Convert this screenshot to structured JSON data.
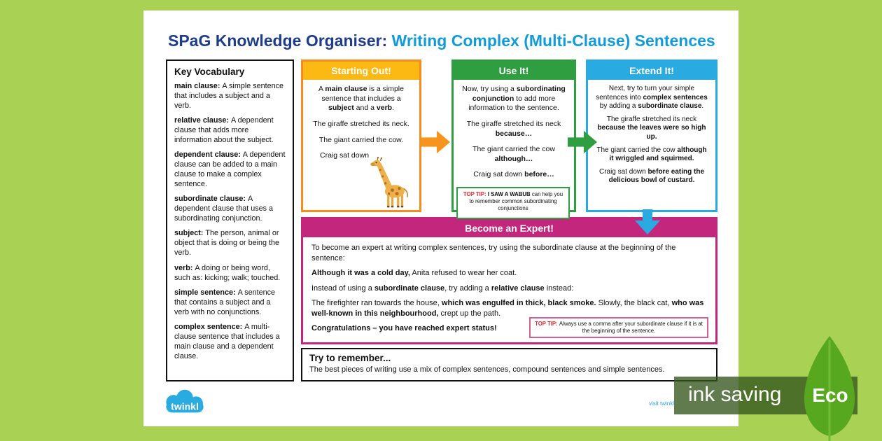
{
  "colors": {
    "background_green": "#a9d154",
    "title_navy": "#1e3c8c",
    "title_blue": "#129bd8",
    "starting_border_orange": "#f68b1f",
    "starting_header_yellow": "#fdb913",
    "use_it_green": "#2f9e41",
    "extend_it_blue": "#29abe2",
    "expert_pink": "#c2277d",
    "tip_red": "#e8262d",
    "eco_leaf_green": "#58a81f"
  },
  "header": {
    "title_prefix": "SPaG Knowledge Organiser: ",
    "title_main": "Writing Complex (Multi-Clause) Sentences"
  },
  "vocab": {
    "heading": "Key Vocabulary",
    "entries": [
      {
        "term": "main clause:",
        "def": "A simple sentence that includes a subject and a verb."
      },
      {
        "term": "relative clause:",
        "def": "A dependent clause that adds more information about the subject."
      },
      {
        "term": "dependent clause:",
        "def": "A dependent clause can be added to a main clause to make a complex sentence."
      },
      {
        "term": "subordinate clause:",
        "def": "A dependent clause that uses a subordinating conjunction."
      },
      {
        "term": "subject:",
        "def": "The person, animal or object that is doing or being the verb."
      },
      {
        "term": "verb:",
        "def": "A doing or being word, such as: kicking; walk; touched."
      },
      {
        "term": "simple sentence:",
        "def": "A sentence that contains a subject and a verb with no conjunctions."
      },
      {
        "term": "complex sentence:",
        "def": "A multi-clause sentence that includes a main clause and a dependent clause."
      }
    ]
  },
  "starting_out": {
    "title": "Starting Out!",
    "paragraphs": [
      [
        {
          "t": "A "
        },
        {
          "t": "main clause",
          "b": true
        },
        {
          "t": " is a simple sentence that includes a "
        },
        {
          "t": "subject",
          "b": true
        },
        {
          "t": " and a "
        },
        {
          "t": "verb",
          "b": true
        },
        {
          "t": "."
        }
      ],
      [
        {
          "t": "The giraffe stretched its neck."
        }
      ],
      [
        {
          "t": "The giant carried the cow."
        }
      ],
      [
        {
          "t": "Craig sat down"
        }
      ]
    ]
  },
  "use_it": {
    "title": "Use It!",
    "paragraphs": [
      [
        {
          "t": "Now, try using a "
        },
        {
          "t": "subordinating conjunction",
          "b": true
        },
        {
          "t": " to add more information to the sentence."
        }
      ],
      [
        {
          "t": "The giraffe stretched its neck "
        },
        {
          "t": "because…",
          "b": true
        }
      ],
      [
        {
          "t": "The giant carried the cow "
        },
        {
          "t": "although…",
          "b": true
        }
      ],
      [
        {
          "t": "Craig sat down "
        },
        {
          "t": "before…",
          "b": true
        }
      ]
    ],
    "top_tip": [
      {
        "t": "TOP TIP: ",
        "b": true,
        "c": "#e8262d"
      },
      {
        "t": "I SAW A WABUB",
        "b": true
      },
      {
        "t": " can help you to remember common subordinating conjunctions"
      }
    ]
  },
  "extend_it": {
    "title": "Extend It!",
    "paragraphs": [
      [
        {
          "t": "Next, try to turn your simple sentences into "
        },
        {
          "t": "complex sentences",
          "b": true
        },
        {
          "t": " by adding a "
        },
        {
          "t": "subordinate clause",
          "b": true
        },
        {
          "t": "."
        }
      ],
      [
        {
          "t": "The giraffe stretched its neck "
        },
        {
          "t": "because the leaves were so high up.",
          "b": true
        }
      ],
      [
        {
          "t": "The giant carried the cow "
        },
        {
          "t": "although it wriggled and squirmed.",
          "b": true
        }
      ],
      [
        {
          "t": "Craig sat down "
        },
        {
          "t": "before eating the delicious bowl of custard.",
          "b": true
        }
      ]
    ]
  },
  "expert": {
    "title": "Become an Expert!",
    "paragraphs": [
      [
        {
          "t": "To become an expert at writing complex sentences, try using the subordinate clause at the beginning of the sentence:"
        }
      ],
      [
        {
          "t": "Although it was a cold day,",
          "b": true
        },
        {
          "t": " Anita refused to wear her coat."
        }
      ],
      [
        {
          "t": "Instead of using a "
        },
        {
          "t": "subordinate clause",
          "b": true
        },
        {
          "t": ", try adding a "
        },
        {
          "t": "relative clause",
          "b": true
        },
        {
          "t": " instead:"
        }
      ],
      [
        {
          "t": "The firefighter ran towards the house, "
        },
        {
          "t": "which was engulfed in thick, black smoke.",
          "b": true
        },
        {
          "t": " Slowly, the black cat, "
        },
        {
          "t": "who was well-known in this neighbourhood,",
          "b": true
        },
        {
          "t": " crept up the path."
        }
      ],
      [
        {
          "t": "Congratulations – you have reached expert status!",
          "b": true
        }
      ]
    ],
    "top_tip": [
      {
        "t": "TOP TIP: ",
        "b": true,
        "c": "#e8262d"
      },
      {
        "t": "Always use a comma after your subordinate clause if it is at the beginning of the sentence."
      }
    ]
  },
  "remember": {
    "heading": "Try to remember...",
    "text": "The best pieces of writing use a mix of complex sentences, compound sentences and simple sentences."
  },
  "footer": {
    "logo_text": "twinkl",
    "visit_text": "visit twinkl"
  },
  "eco": {
    "ink_saving": "ink saving",
    "label": "Eco"
  }
}
